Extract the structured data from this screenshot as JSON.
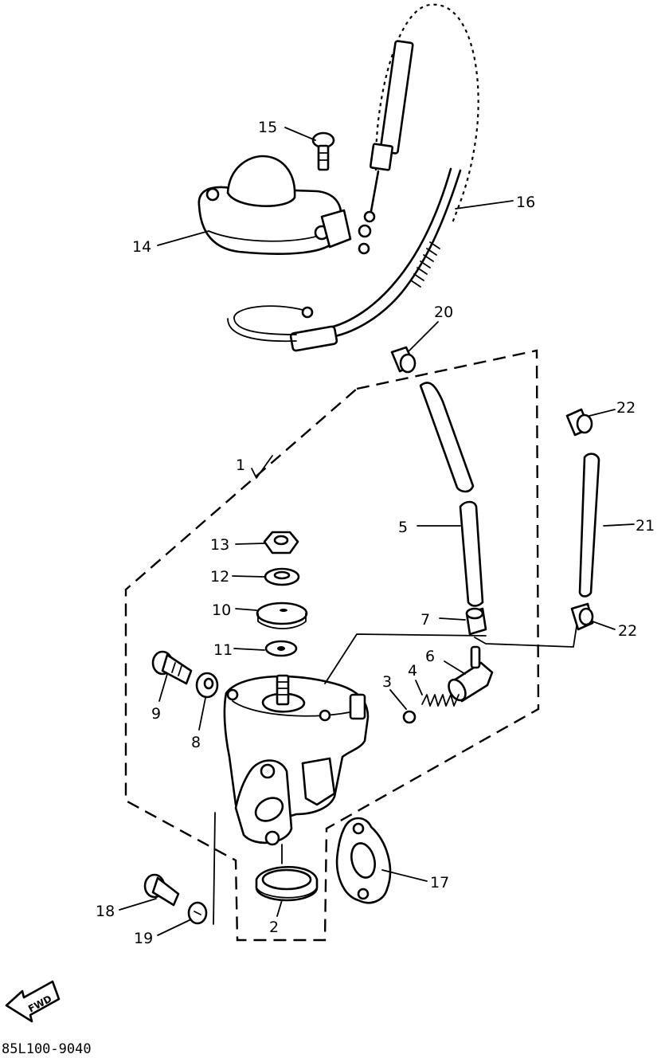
{
  "callouts": {
    "c1": "1",
    "c2": "2",
    "c3": "3",
    "c4": "4",
    "c5": "5",
    "c6": "6",
    "c7": "7",
    "c8": "8",
    "c9": "9",
    "c10": "10",
    "c11": "11",
    "c12": "12",
    "c13": "13",
    "c14": "14",
    "c15": "15",
    "c16": "16",
    "c17": "17",
    "c18": "18",
    "c19": "19",
    "c20": "20",
    "c21": "21",
    "c22a": "22",
    "c22b": "22"
  },
  "fwd_label": "FWD",
  "drawing_code": "85L100-9040"
}
